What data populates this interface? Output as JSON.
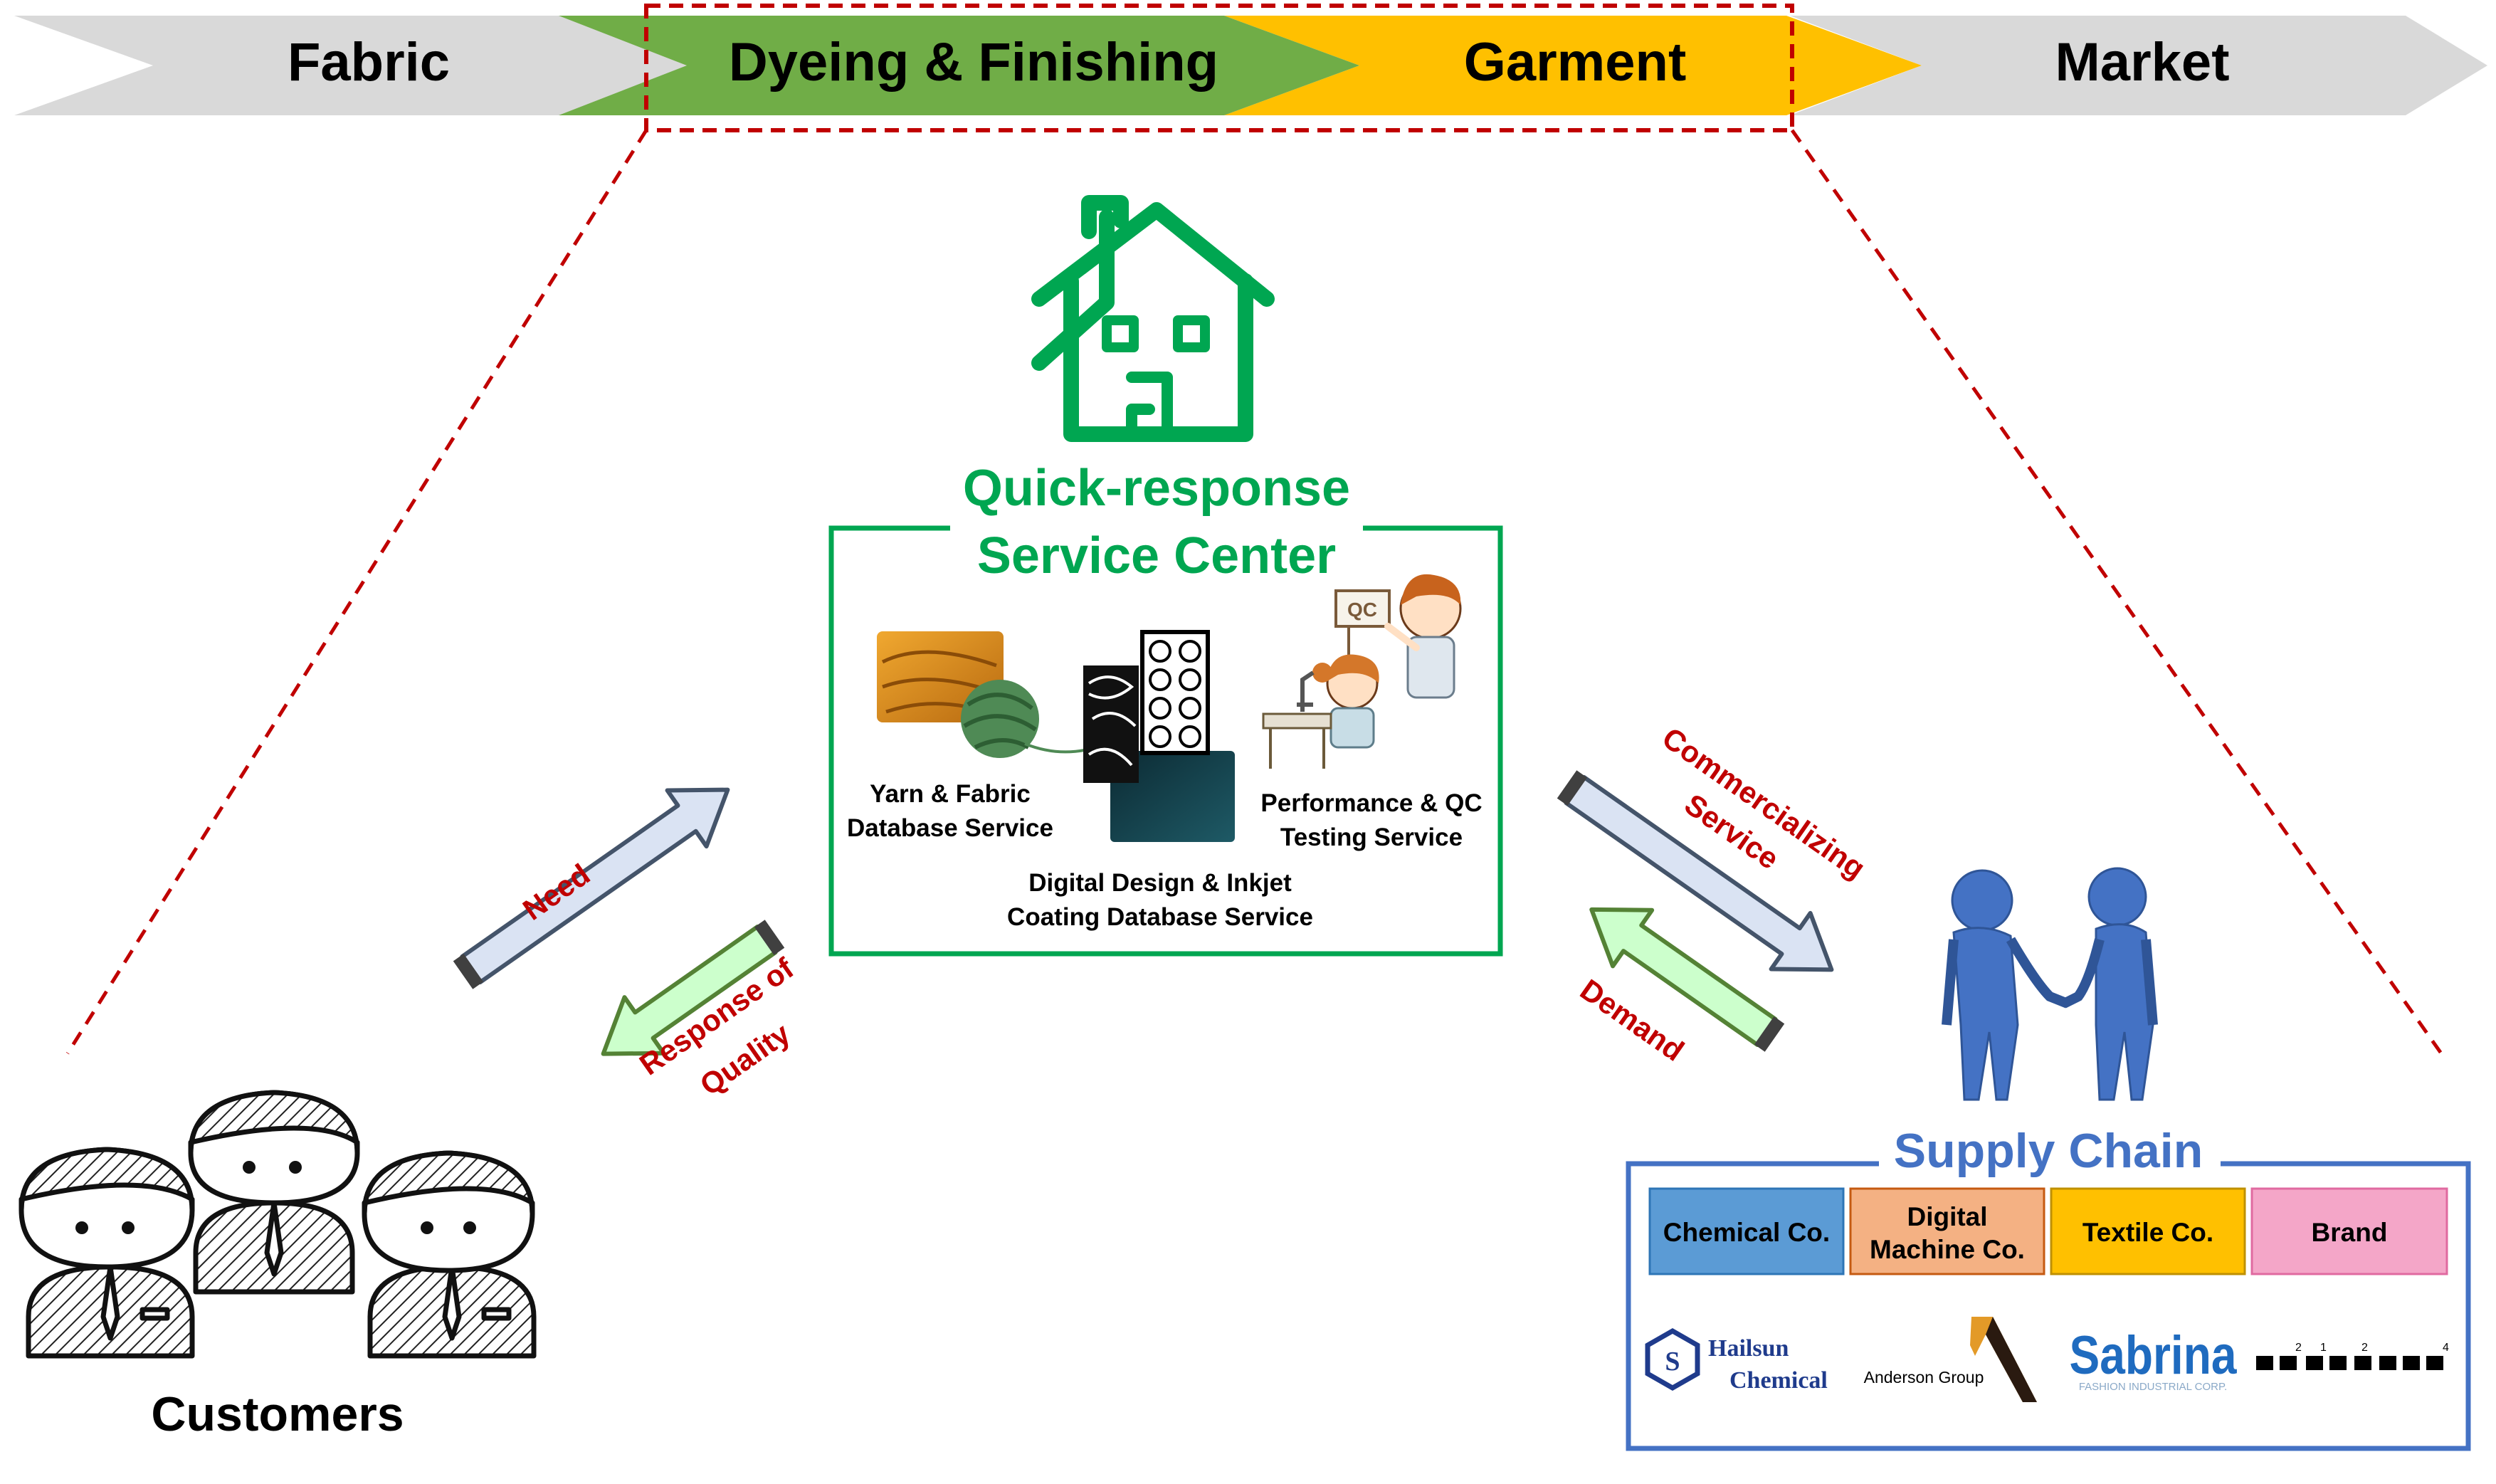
{
  "value_chain": {
    "stages": [
      {
        "label": "Fabric",
        "color": "#d9d9d9"
      },
      {
        "label": "Dyeing & Finishing",
        "color": "#70ad47"
      },
      {
        "label": "Garment",
        "color": "#ffc000"
      },
      {
        "label": "Market",
        "color": "#d9d9d9"
      }
    ],
    "highlight_color": "#c00000"
  },
  "center": {
    "title_line1": "Quick-response",
    "title_line2": "Service Center",
    "color": "#00a651",
    "services": {
      "yarn_line1": "Yarn & Fabric",
      "yarn_line2": "Database Service",
      "design_line1": "Digital Design & Inkjet",
      "design_line2": "Coating Database Service",
      "qc_line1": "Performance & QC",
      "qc_line2": "Testing Service"
    },
    "qc_sign": "QC"
  },
  "flows": {
    "need": "Need",
    "response_line1": "Response of",
    "response_line2": "Quality",
    "commercializing_line1": "Commercializing",
    "commercializing_line2": "Service",
    "demand": "Demand",
    "label_color": "#c00000",
    "blue_arrow_color": "#dae3f3",
    "green_arrow_color": "#ccffcc"
  },
  "customers": {
    "label": "Customers"
  },
  "supply_chain": {
    "title": "Supply Chain",
    "color": "#4472c4",
    "categories": [
      {
        "line1": "Chemical Co.",
        "line2": "",
        "color": "#5b9bd5"
      },
      {
        "line1": "Digital",
        "line2": "Machine Co.",
        "color": "#f4b183"
      },
      {
        "line1": "Textile Co.",
        "line2": "",
        "color": "#ffc000"
      },
      {
        "line1": "Brand",
        "line2": "",
        "color": "#f4a6c8"
      }
    ],
    "logos": {
      "hailsun_line1": "Hailsun",
      "hailsun_line2": "Chemical",
      "anderson": "Anderson Group",
      "sabrina": "Sabrina",
      "sabrina_sub": "FASHION INDUSTRIAL CORP.",
      "brand_marks": [
        "2",
        "1",
        "2",
        "4"
      ]
    }
  }
}
